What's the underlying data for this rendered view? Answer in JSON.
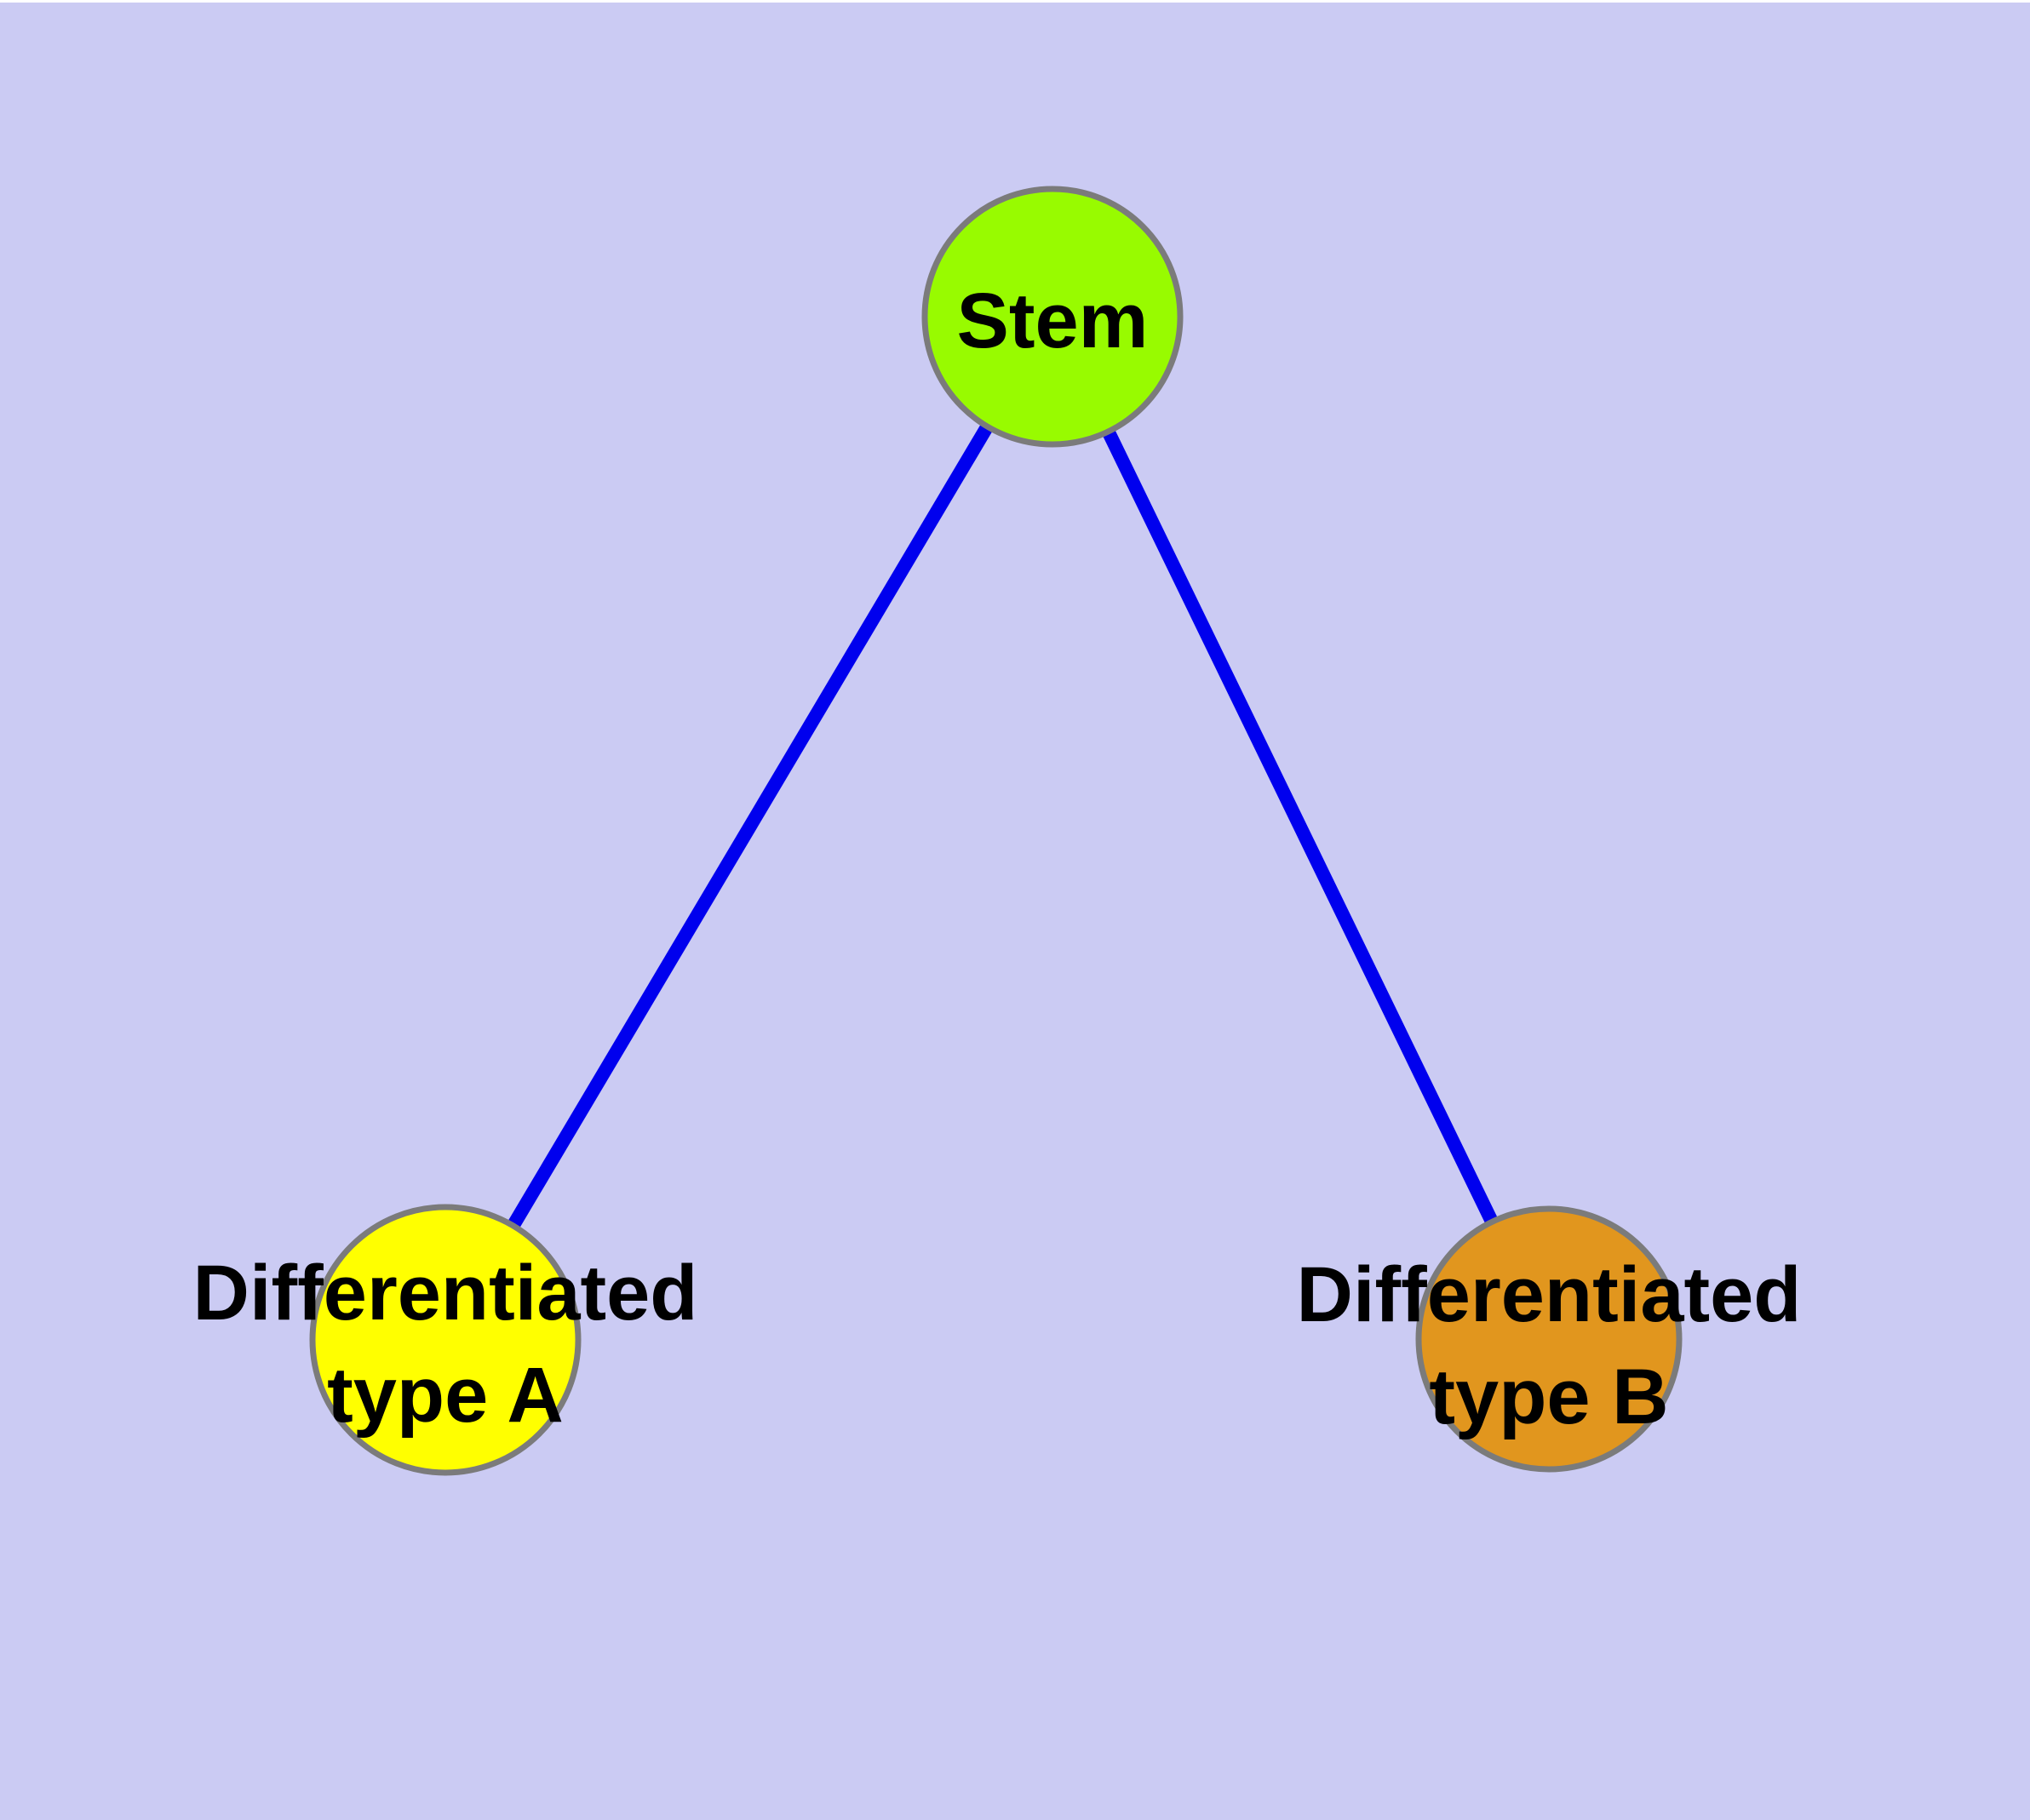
{
  "diagram": {
    "background_color": "#CBCBF3",
    "top_border_color": "#FFFFFF",
    "edge_color": "#0000EE",
    "node_border_color": "#7B7B7B",
    "label_color": "#000000",
    "nodes": {
      "stem": {
        "label": "Stem",
        "fill": "#98FB00"
      },
      "type_a": {
        "label_line1": "Differentiated",
        "label_line2": "type A",
        "fill": "#FFFF00"
      },
      "type_b": {
        "label_line1": "Differentiated",
        "label_line2": "type B",
        "fill": "#E1961E"
      }
    },
    "edges": [
      {
        "from": "Stem",
        "to": "Differentiated type A"
      },
      {
        "from": "Stem",
        "to": "Differentiated type B"
      }
    ]
  }
}
